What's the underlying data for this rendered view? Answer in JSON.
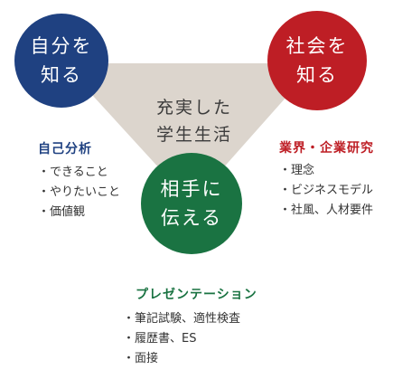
{
  "colors": {
    "self": "#1f4181",
    "society": "#be1e25",
    "partner": "#1a7342",
    "triangle": "#dcd5cd"
  },
  "center": {
    "line1": "充実した",
    "line2": "学生生活"
  },
  "self": {
    "circle_line1": "自分を",
    "circle_line2": "知る",
    "heading": "自己分析",
    "items": [
      "・できること",
      "・やりたいこと",
      "・価値観"
    ]
  },
  "society": {
    "circle_line1": "社会を",
    "circle_line2": "知る",
    "heading": "業界・企業研究",
    "items": [
      "・理念",
      "・ビジネスモデル",
      "・社風、人材要件"
    ]
  },
  "partner": {
    "circle_line1": "相手に",
    "circle_line2": "伝える",
    "heading": "プレゼンテーション",
    "items": [
      "・筆記試験、適性検査",
      "・履歴書、ES",
      "・面接"
    ]
  }
}
